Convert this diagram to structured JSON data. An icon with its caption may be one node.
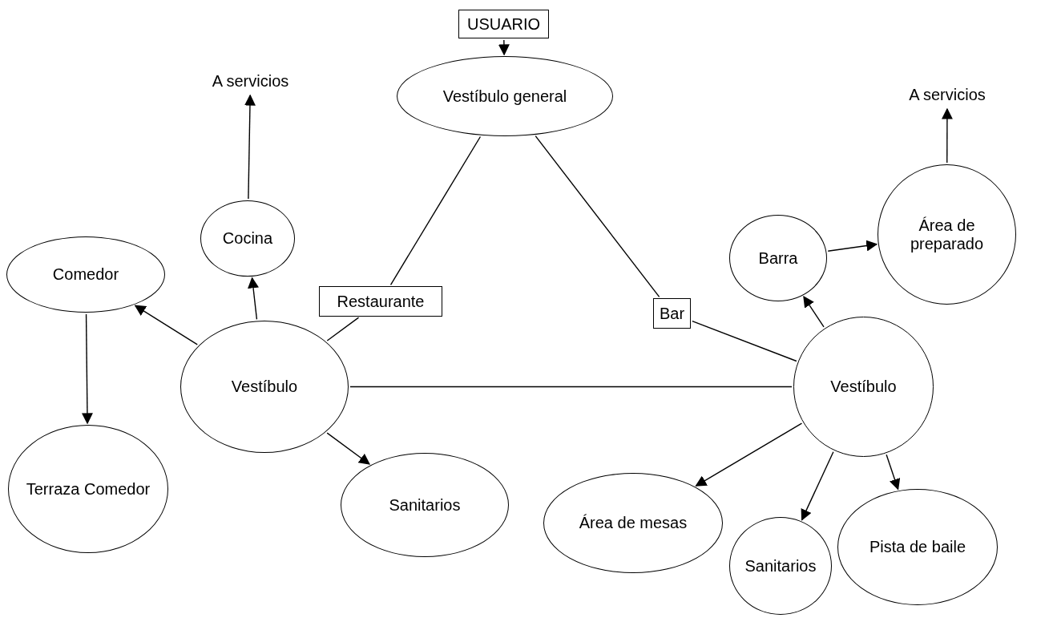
{
  "diagram": {
    "nodes": [
      {
        "text": [
          "USUARIO"
        ]
      },
      {
        "text": [
          "Vestíbulo general"
        ]
      },
      {
        "text": [
          "A servicios"
        ]
      },
      {
        "text": [
          "Cocina"
        ]
      },
      {
        "text": [
          "A servicios"
        ]
      },
      {
        "text": [
          "Barra"
        ]
      },
      {
        "text": [
          "Área de preparado"
        ]
      },
      {
        "text": [
          "Restaurante"
        ]
      },
      {
        "text": [
          "Bar"
        ]
      },
      {
        "text": [
          "Comedor"
        ]
      },
      {
        "text": [
          "Vestíbulo"
        ]
      },
      {
        "text": [
          "Vestíbulo"
        ]
      },
      {
        "text": [
          "Terraza Comedor"
        ]
      },
      {
        "text": [
          "Sanitarios"
        ]
      },
      {
        "text": [
          "Área de mesas"
        ]
      },
      {
        "text": [
          "Sanitarios"
        ]
      },
      {
        "text": [
          "Pista de baile"
        ]
      }
    ],
    "edges": [
      {
        "from": 0,
        "to": 1,
        "arrow": "to"
      },
      {
        "from": 1,
        "to": 7,
        "arrow": "none"
      },
      {
        "from": 7,
        "to": 10,
        "arrow": "none"
      },
      {
        "from": 1,
        "to": 8,
        "arrow": "none"
      },
      {
        "from": 8,
        "to": 11,
        "arrow": "none"
      },
      {
        "from": 10,
        "to": 11,
        "arrow": "none"
      },
      {
        "from": 10,
        "to": 3,
        "arrow": "to"
      },
      {
        "from": 3,
        "to": 2,
        "arrow": "to"
      },
      {
        "from": 10,
        "to": 9,
        "arrow": "to"
      },
      {
        "from": 9,
        "to": 12,
        "arrow": "to"
      },
      {
        "from": 10,
        "to": 13,
        "arrow": "to"
      },
      {
        "from": 11,
        "to": 5,
        "arrow": "to"
      },
      {
        "from": 5,
        "to": 6,
        "arrow": "to"
      },
      {
        "from": 6,
        "to": 4,
        "arrow": "to"
      },
      {
        "from": 11,
        "to": 14,
        "arrow": "to"
      },
      {
        "from": 11,
        "to": 15,
        "arrow": "to"
      },
      {
        "from": 11,
        "to": 16,
        "arrow": "to"
      }
    ]
  }
}
